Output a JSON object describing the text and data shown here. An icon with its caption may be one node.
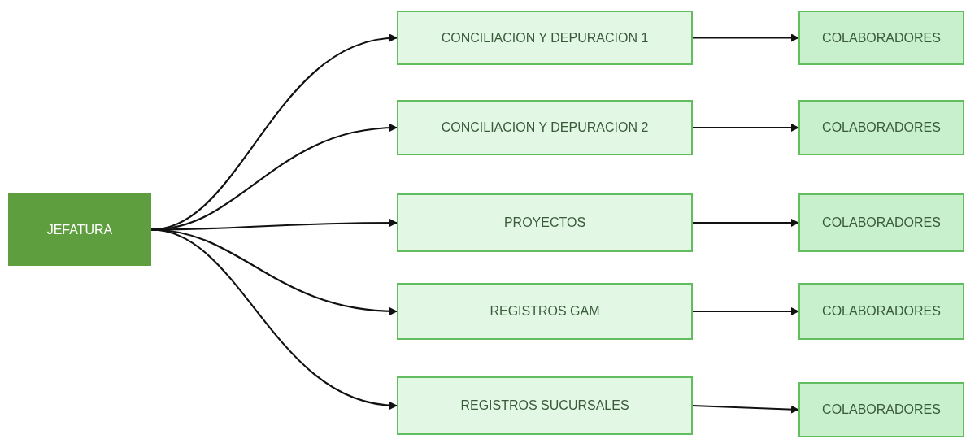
{
  "diagram": {
    "nodes": [
      {
        "text": [
          "JEFATURA"
        ]
      },
      {
        "text": [
          "CONCILIACION Y DEPURACION 1"
        ]
      },
      {
        "text": [
          "COLABORADORES"
        ]
      },
      {
        "text": [
          "CONCILIACION Y DEPURACION 2"
        ]
      },
      {
        "text": [
          "COLABORADORES"
        ]
      },
      {
        "text": [
          "PROYECTOS"
        ]
      },
      {
        "text": [
          "COLABORADORES"
        ]
      },
      {
        "text": [
          "REGISTROS GAM"
        ]
      },
      {
        "text": [
          "COLABORADORES"
        ]
      },
      {
        "text": [
          "REGISTROS SUCURSALES"
        ]
      },
      {
        "text": [
          "COLABORADORES"
        ]
      }
    ],
    "edges": [
      {
        "from": 0,
        "to": 1,
        "arrow": "to"
      },
      {
        "from": 0,
        "to": 3,
        "arrow": "to"
      },
      {
        "from": 0,
        "to": 5,
        "arrow": "to"
      },
      {
        "from": 0,
        "to": 7,
        "arrow": "to"
      },
      {
        "from": 0,
        "to": 9,
        "arrow": "to"
      },
      {
        "from": 1,
        "to": 2,
        "arrow": "to"
      },
      {
        "from": 3,
        "to": 4,
        "arrow": "to"
      },
      {
        "from": 5,
        "to": 6,
        "arrow": "to"
      },
      {
        "from": 7,
        "to": 8,
        "arrow": "to"
      },
      {
        "from": 9,
        "to": 10,
        "arrow": "to"
      }
    ]
  }
}
